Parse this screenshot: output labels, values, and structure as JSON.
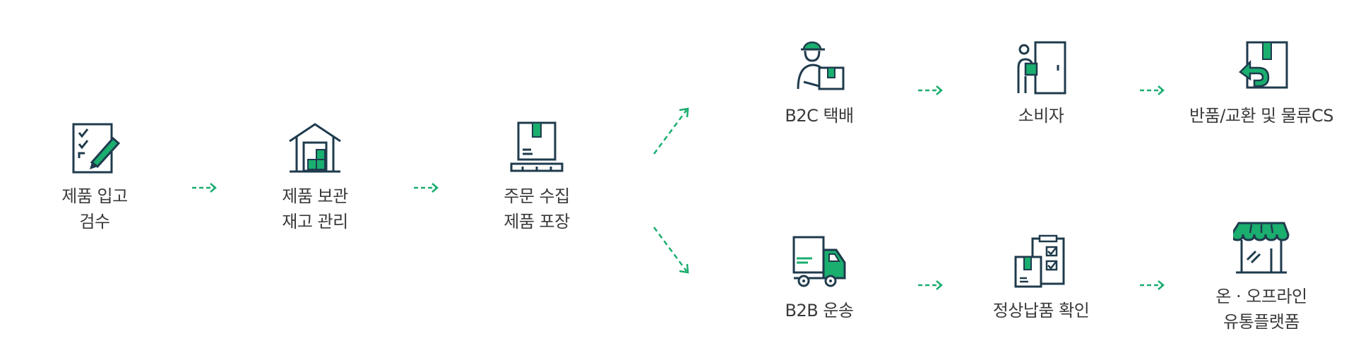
{
  "accent_color": "#1aae6f",
  "line_color": "#1f3b4d",
  "steps": [
    {
      "icon": "checklist-pen-icon",
      "line1": "제품 입고",
      "line2": "검수"
    },
    {
      "icon": "warehouse-icon",
      "line1": "제품 보관",
      "line2": "재고 관리"
    },
    {
      "icon": "box-on-pallet-icon",
      "line1": "주문 수집",
      "line2": "제품 포장"
    }
  ],
  "b2c_branch": [
    {
      "icon": "courier-icon",
      "line1": "B2C 택배"
    },
    {
      "icon": "customer-door-icon",
      "line1": "소비자"
    },
    {
      "icon": "return-box-icon",
      "line1": "반품/교환 및 물류CS"
    }
  ],
  "b2b_branch": [
    {
      "icon": "truck-icon",
      "line1": "B2B 운송"
    },
    {
      "icon": "clipboard-boxes-icon",
      "line1": "정상납품 확인"
    },
    {
      "icon": "storefront-icon",
      "line1": "온 · 오프라인",
      "line2": "유통플랫폼"
    }
  ]
}
